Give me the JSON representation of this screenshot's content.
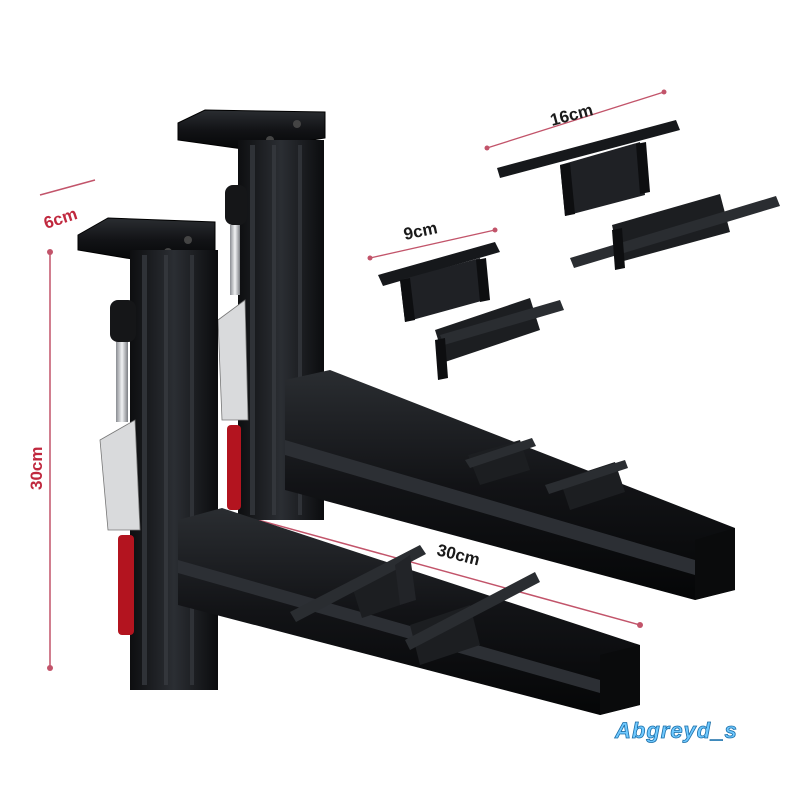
{
  "dimensions": {
    "width_label": "6cm",
    "height_label": "30cm",
    "arm_length_label": "30cm",
    "short_bracket_label": "9cm",
    "long_bracket_label": "16cm"
  },
  "watermark": "Abgreyd_s",
  "colors": {
    "measure_line": "#c2546a",
    "label_red": "#c0283e",
    "label_dark": "#1a1a1a",
    "metal": "#16181b",
    "metal_highlight": "#3a3e44",
    "clamp_red": "#b3141f",
    "watermark": "#6fc9ff"
  }
}
